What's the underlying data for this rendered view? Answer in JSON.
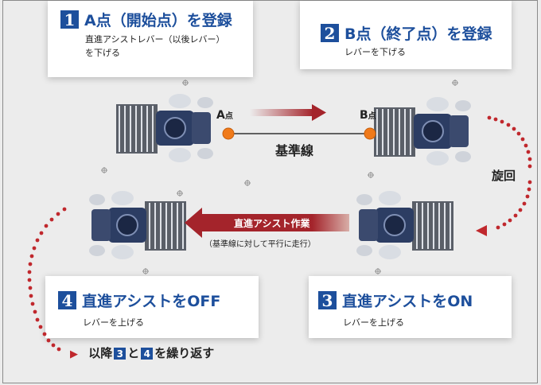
{
  "step1": {
    "number": "1",
    "title": "A点（開始点）を登録",
    "desc_line1": "直進アシストレバー（以後レバー）",
    "desc_line2": "を下げる"
  },
  "step2": {
    "number": "2",
    "title": "B点（終了点）を登録",
    "desc": "レバーを下げる"
  },
  "step3": {
    "number": "3",
    "title": "直進アシストをON",
    "desc": "レバーを上げる"
  },
  "step4": {
    "number": "4",
    "title": "直進アシストをOFF",
    "desc": "レバーを上げる"
  },
  "point_a": {
    "main": "A",
    "sub": "点"
  },
  "point_b": {
    "main": "B",
    "sub": "点"
  },
  "baseline_label": "基準線",
  "turn_label": "旋回",
  "assist_banner": "直進アシスト作業",
  "assist_note": "（基準線に対して平行に走行）",
  "repeat": {
    "prefix": "以降",
    "badge_a": "3",
    "mid": "と",
    "badge_b": "4",
    "suffix": "を繰り返す"
  },
  "colors": {
    "blue": "#1d4f9c",
    "red_dots": "#c0282d",
    "orange_point": "#f07a1a",
    "arrow_red": "#a4242b"
  }
}
